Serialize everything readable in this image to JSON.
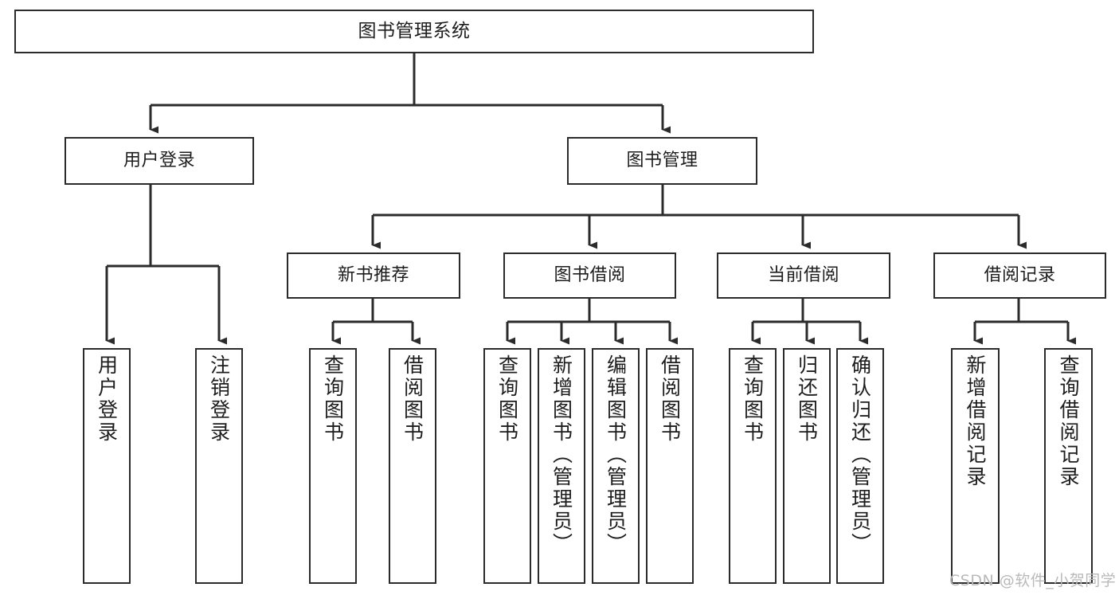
{
  "diagram": {
    "title": "图书管理系统",
    "type": "tree-hierarchy-diagram",
    "stroke_color": "#2b2b2b",
    "fill_color": "#ffffff",
    "text_color": "#1d1d1d",
    "watermark": "CSDN @软件_小贺同学",
    "root": {
      "label": "图书管理系统"
    },
    "level2": [
      {
        "label": "用户登录"
      },
      {
        "label": "图书管理"
      }
    ],
    "level3": [
      {
        "label": "新书推荐"
      },
      {
        "label": "图书借阅"
      },
      {
        "label": "当前借阅"
      },
      {
        "label": "借阅记录"
      }
    ],
    "leaves": {
      "user_login": [
        {
          "label": "用户登录"
        },
        {
          "label": "注销登录"
        }
      ],
      "new_book_recommend": [
        {
          "label": "查询图书"
        },
        {
          "label": "借阅图书"
        }
      ],
      "book_borrow": [
        {
          "label": "查询图书"
        },
        {
          "label": "新增图书（管理员）"
        },
        {
          "label": "编辑图书（管理员）"
        },
        {
          "label": "借阅图书"
        }
      ],
      "current_borrow": [
        {
          "label": "查询图书"
        },
        {
          "label": "归还图书"
        },
        {
          "label": "确认归还（管理员）"
        }
      ],
      "borrow_record": [
        {
          "label": "新增借阅记录"
        },
        {
          "label": "查询借阅记录"
        }
      ]
    }
  }
}
